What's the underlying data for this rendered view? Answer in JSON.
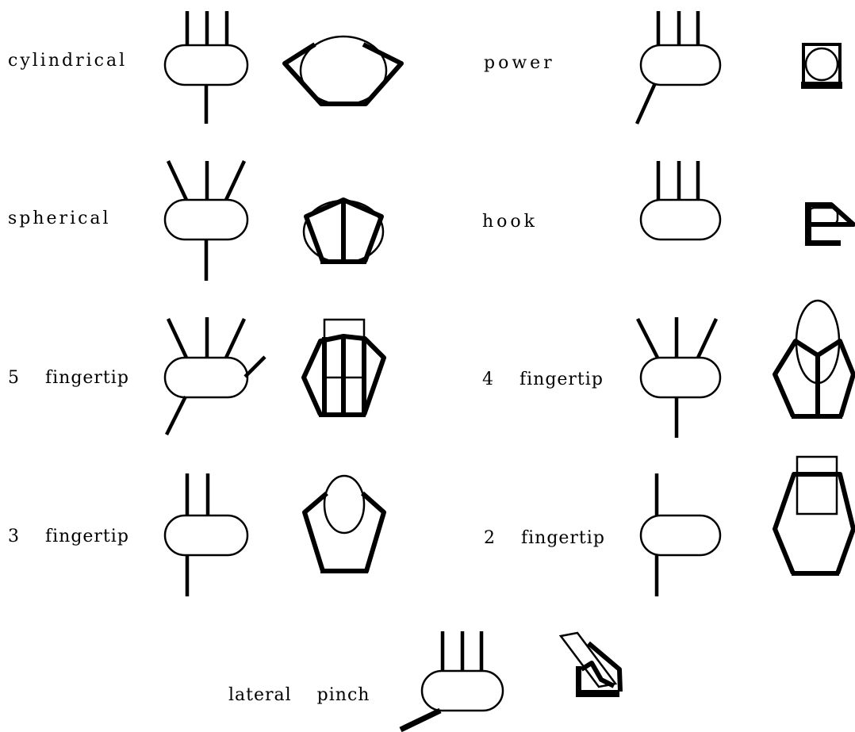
{
  "grasps": [
    {
      "id": "cylindrical",
      "label": "cylindrical"
    },
    {
      "id": "power",
      "label": "power"
    },
    {
      "id": "spherical",
      "label": "spherical"
    },
    {
      "id": "hook",
      "label": "hook"
    },
    {
      "id": "five-fingertip",
      "label": "5    fingertip"
    },
    {
      "id": "four-fingertip",
      "label": "4    fingertip"
    },
    {
      "id": "three-fingertip",
      "label": "3    fingertip"
    },
    {
      "id": "two-fingertip",
      "label": "2    fingertip"
    },
    {
      "id": "lateral-pinch",
      "label": "lateral    pinch"
    }
  ]
}
